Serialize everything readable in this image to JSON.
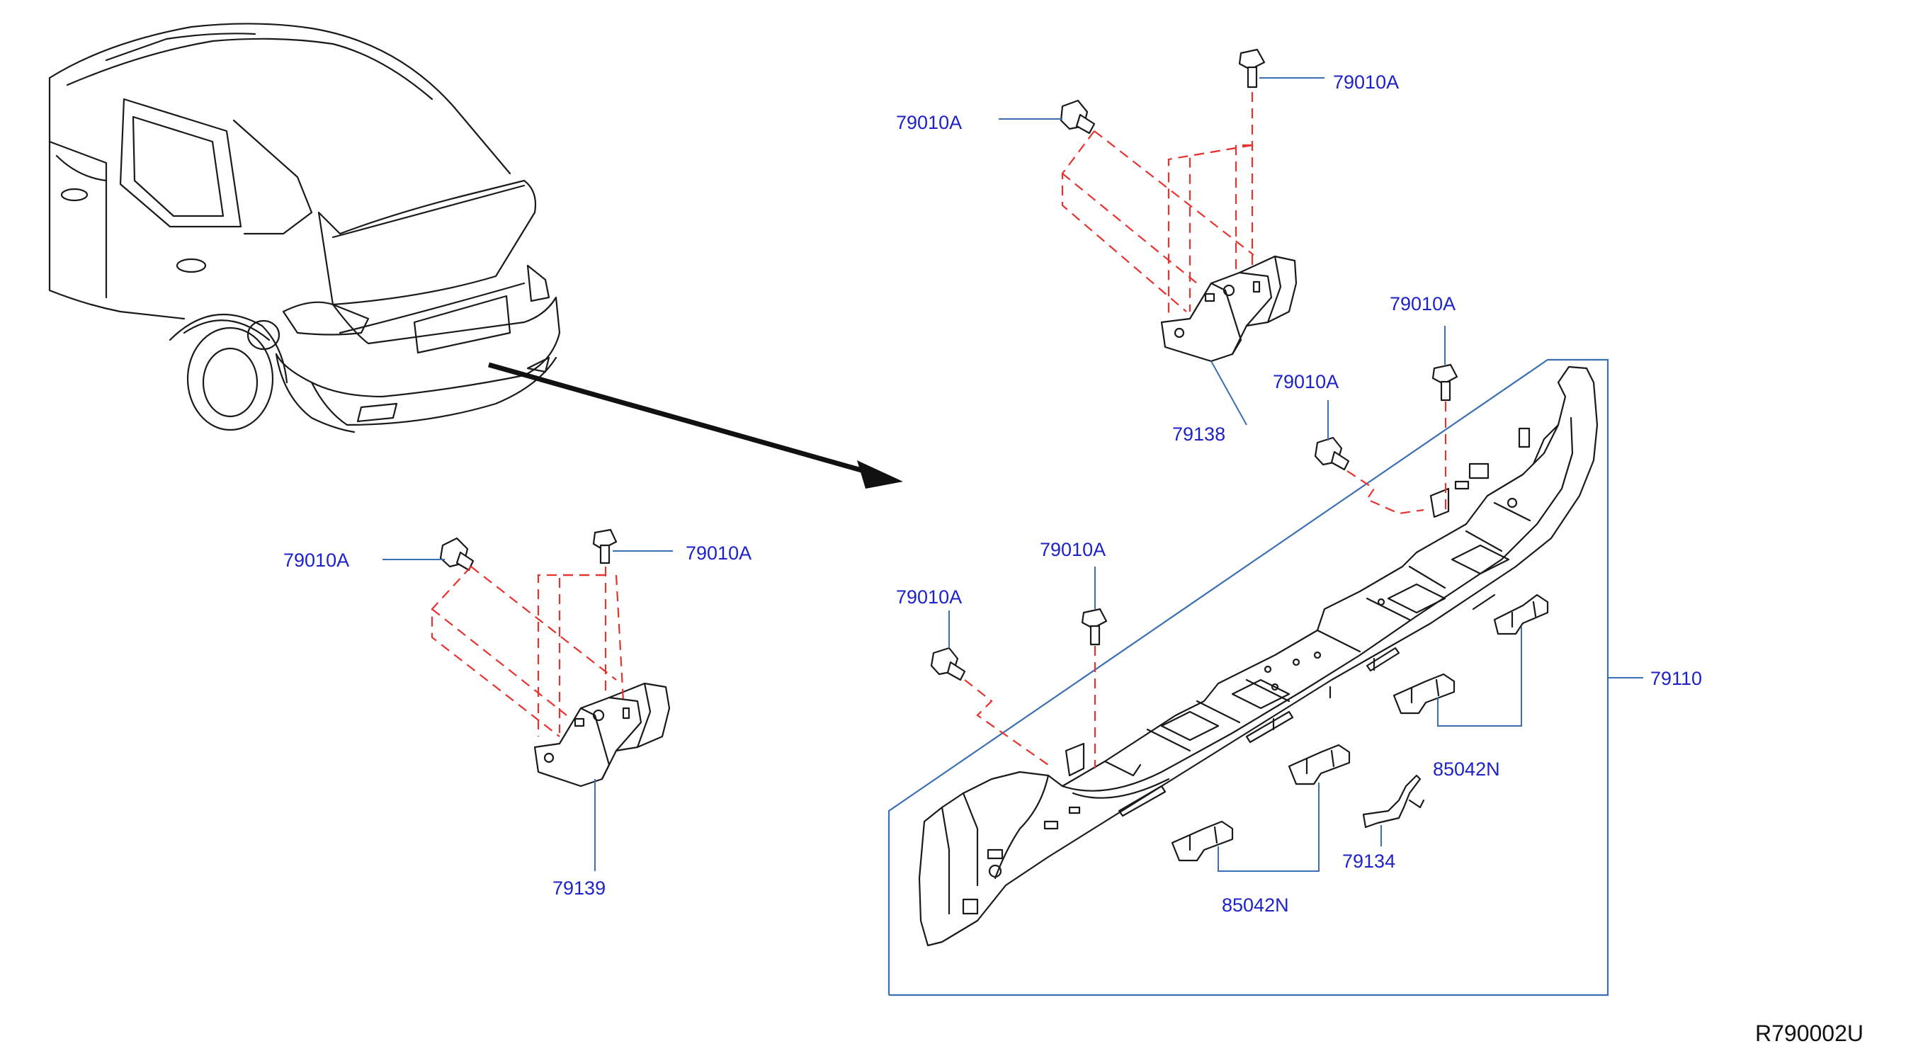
{
  "diagram_code": "R790002U",
  "labels": {
    "bolt_left_bracket_a": "79010A",
    "bolt_left_bracket_b": "79010A",
    "bolt_top_bracket_a": "79010A",
    "bolt_top_bracket_b": "79010A",
    "bolt_member_1": "79010A",
    "bolt_member_2": "79010A",
    "bolt_member_3": "79010A",
    "bolt_member_4": "79010A",
    "bracket_left": "79139",
    "bracket_right": "79138",
    "member_assembly": "79110",
    "clip_group_upper": "85042N",
    "clip_group_lower": "85042N",
    "harness_bracket": "79134"
  },
  "colors": {
    "label_text": "#1d22c9",
    "leader_line": "#3b6fb5",
    "assembly_dashes": "#e8322f",
    "line_art": "#1a1a1a"
  }
}
